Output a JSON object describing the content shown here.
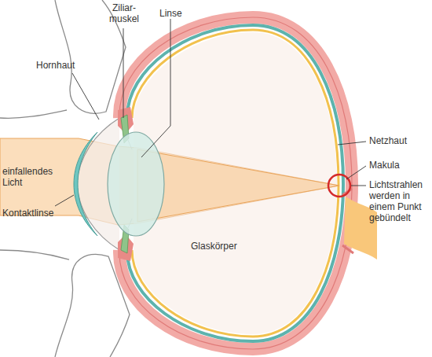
{
  "diagram": {
    "labels": [
      "Ziliar- muskel",
      "Linse",
      "Hornhaut",
      "Netzhaut",
      "Makula",
      "einfallendes Licht",
      "Lichtstrahlen werden in einem Punkt gebündelt",
      "Kontaktlinse",
      "Glaskörper"
    ]
  }
}
